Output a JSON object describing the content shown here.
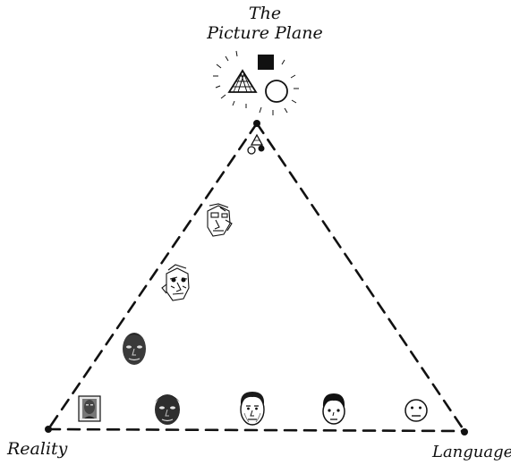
{
  "title": {
    "line1": "The",
    "line2": "Picture Plane"
  },
  "vertices": {
    "left_label": "Reality",
    "right_label": "Language"
  },
  "colors": {
    "ink": "#111111",
    "paper": "#ffffff"
  },
  "apex_icons": [
    "grid-triangle-icon",
    "filled-square-icon",
    "circle-icon"
  ],
  "edge_faces_left": [
    "photo-face-icon",
    "shaded-face-icon",
    "cubist-face-icon",
    "abstract-face-icon",
    "apex-shapes-icon"
  ],
  "edge_faces_bottom": [
    "photo-face-icon",
    "shaded-face-icon",
    "drawn-face-icon",
    "cartoon-face-icon",
    "smiley-face-icon"
  ]
}
